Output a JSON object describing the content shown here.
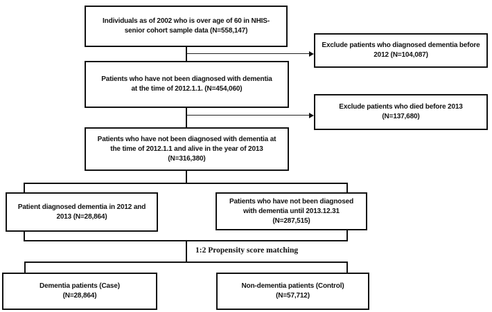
{
  "diagram": {
    "background": "#ffffff",
    "line_color": "#111111",
    "box_border_color": "#111111",
    "boxes": [
      {
        "id": "cohort-2002",
        "text": "Individuals as of 2002 who is over age of 60 in NHIS-\nsenior cohort sample data (N=558,147)"
      },
      {
        "id": "exclude-dementia-before-2012",
        "text": "Exclude patients who diagnosed dementia before\n2012 (N=104,087)"
      },
      {
        "id": "no-dementia-2012",
        "text": "Patients who have not been diagnosed with dementia\nat the time of 2012.1.1. (N=454,060)"
      },
      {
        "id": "exclude-died-before-2013",
        "text": "Exclude patients who died before 2013\n(N=137,680)"
      },
      {
        "id": "no-dementia-alive-2013",
        "text": "Patients who have not been diagnosed with dementia at\nthe time of 2012.1.1 and alive in the year of 2013\n(N=316,380)"
      },
      {
        "id": "dementia-2012-2013",
        "text": "Patient diagnosed dementia in 2012 and\n2013 (N=28,864)"
      },
      {
        "id": "no-dementia-until-2013",
        "text": "Patients who have not been diagnosed\nwith dementia until 2013.12.31\n(N=287,515)"
      },
      {
        "id": "case-group",
        "text": "Dementia patients (Case)\n(N=28,864)"
      },
      {
        "id": "control-group",
        "text": "Non-dementia patients (Control)\n(N=57,712)"
      }
    ],
    "labels": {
      "matching": "1:2 Propensity score matching"
    }
  }
}
